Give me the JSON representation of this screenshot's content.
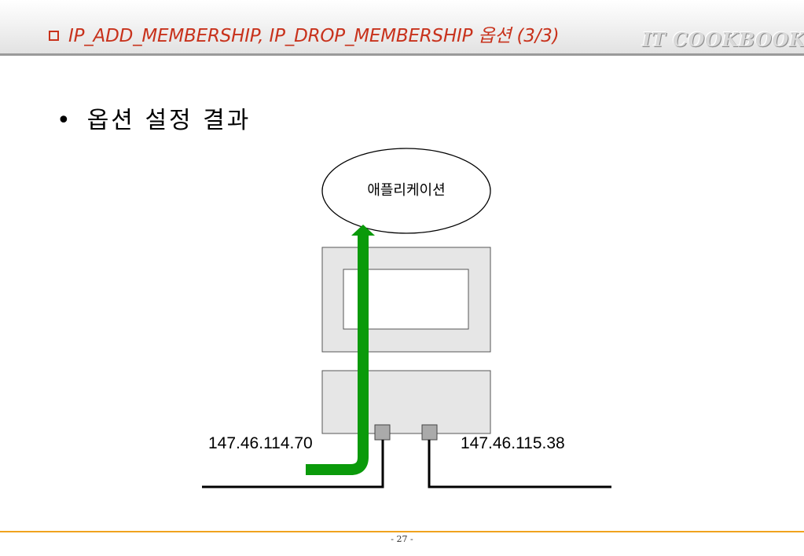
{
  "header": {
    "title": "IP_ADD_MEMBERSHIP, IP_DROP_MEMBERSHIP 옵션 (3/3)",
    "brand": "IT COOKBOOK"
  },
  "content": {
    "bullet_marker": "•",
    "bullet_text": "옵션 설정 결과"
  },
  "diagram": {
    "application_label": "애플리케이션",
    "interface_left_ip": "147.46.114.70",
    "interface_right_ip": "147.46.115.38",
    "arrow_color": "#0a9a0a"
  },
  "footer": {
    "page_number": "- 27 -"
  }
}
